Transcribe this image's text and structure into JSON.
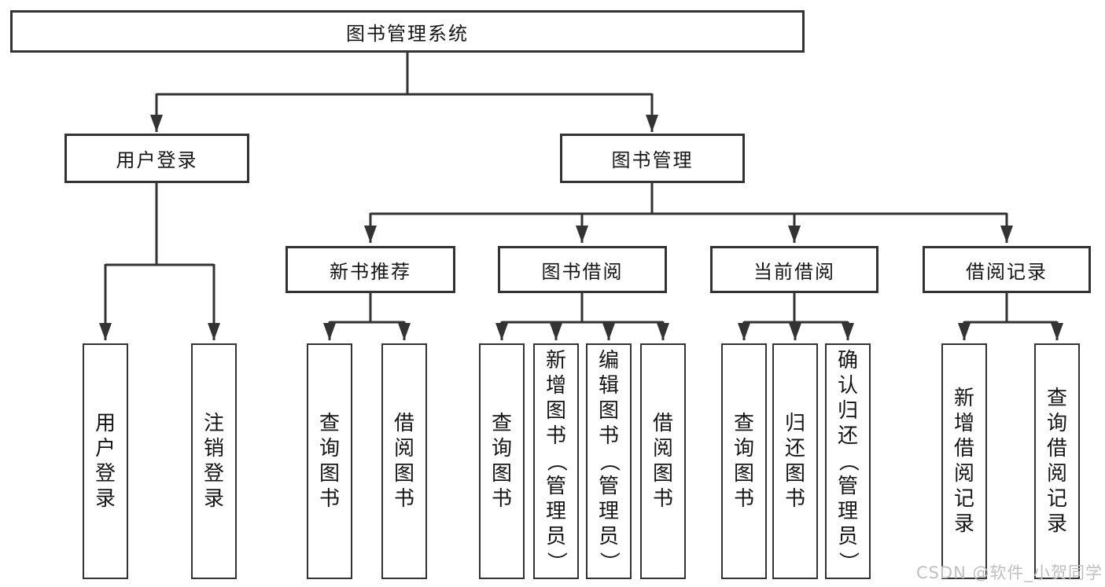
{
  "tree": {
    "label": "图书管理系统",
    "children": [
      {
        "label": "用户登录",
        "children": [
          {
            "label": "用户登录"
          },
          {
            "label": "注销登录"
          }
        ]
      },
      {
        "label": "图书管理",
        "children": [
          {
            "label": "新书推荐",
            "children": [
              {
                "label": "查询图书"
              },
              {
                "label": "借阅图书"
              }
            ]
          },
          {
            "label": "图书借阅",
            "children": [
              {
                "label": "查询图书"
              },
              {
                "label": "新增图书（管理员）"
              },
              {
                "label": "编辑图书（管理员）"
              },
              {
                "label": "借阅图书"
              }
            ]
          },
          {
            "label": "当前借阅",
            "children": [
              {
                "label": "查询图书"
              },
              {
                "label": "归还图书"
              },
              {
                "label": "确认归还（管理员）"
              }
            ]
          },
          {
            "label": "借阅记录",
            "children": [
              {
                "label": "新增借阅记录"
              },
              {
                "label": "查询借阅记录"
              }
            ]
          }
        ]
      }
    ]
  },
  "watermark": {
    "text": "CSDN @软件_小贺同学"
  },
  "colors": {
    "line": "#333333",
    "text": "#151515",
    "background": "#ffffff",
    "watermark": "#bfbfbf"
  }
}
